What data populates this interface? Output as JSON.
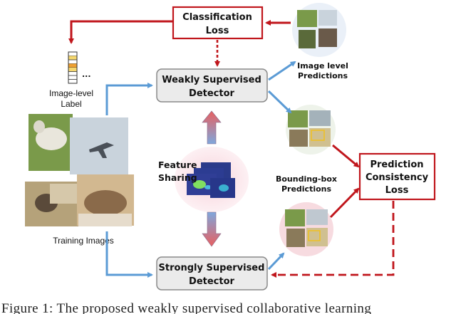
{
  "boxes": {
    "classification_loss": {
      "line1": "Classification",
      "line2": "Loss"
    },
    "weak_detector": {
      "line1": "Weakly Supervised",
      "line2": "Detector"
    },
    "strong_detector": {
      "line1": "Strongly Supervised",
      "line2": "Detector"
    },
    "consistency_loss": {
      "line1": "Prediction",
      "line2": "Consistency",
      "line3": "Loss"
    }
  },
  "labels": {
    "image_level_label_1": "Image-level",
    "image_level_label_2": "Label",
    "label_dots": "...",
    "image_level_pred_1": "Image level",
    "image_level_pred_2": "Predictions",
    "bbox_pred_1": "Bounding-box",
    "bbox_pred_2": "Predictions",
    "feature_1": "Feature",
    "feature_2": "Sharing",
    "training_images": "Training Images"
  },
  "caption": "Figure 1: The proposed weakly supervised collaborative learning",
  "colors": {
    "red": "#c0161c",
    "blue": "#5b9bd5",
    "box_border_gray": "#8a8a8a",
    "box_fill_gray": "#ebebeb",
    "label_orange": "#f0a030",
    "label_yellow": "#f5d76e"
  }
}
